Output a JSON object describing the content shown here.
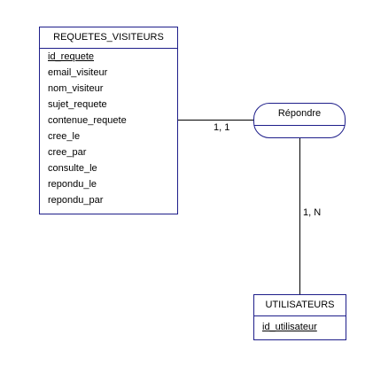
{
  "entities": {
    "requetes": {
      "name": "REQUETES_VISITEURS",
      "attributes": [
        "id_requete",
        "email_visiteur",
        "nom_visiteur",
        "sujet_requete",
        "contenue_requete",
        "cree_le",
        "cree_par",
        "consulte_le",
        "repondu_le",
        "repondu_par"
      ]
    },
    "utilisateurs": {
      "name": "UTILISATEURS",
      "attributes": [
        "id_utilisateur"
      ]
    }
  },
  "relation": {
    "name": "Répondre"
  },
  "cardinalities": {
    "requetes_side": "1, 1",
    "utilisateurs_side": "1, N"
  }
}
